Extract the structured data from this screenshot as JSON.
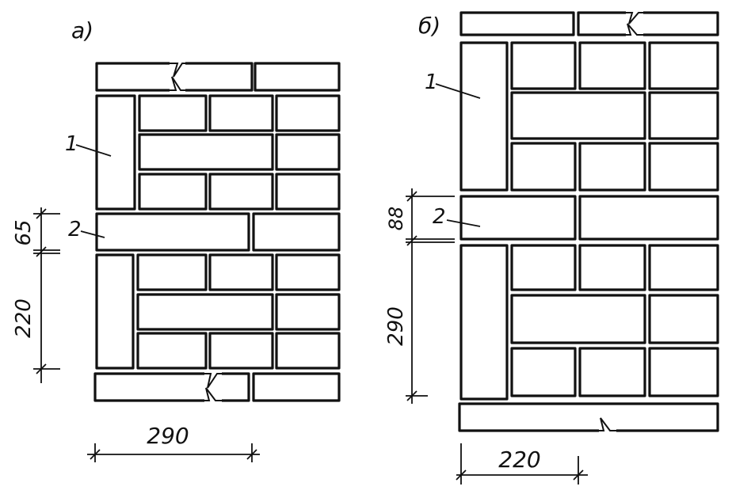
{
  "panel_a": {
    "label": "а)",
    "leader_1": "1",
    "leader_2": "2",
    "dim_65": "65",
    "dim_220": "220",
    "dim_290": "290"
  },
  "panel_b": {
    "label": "б)",
    "leader_1": "1",
    "leader_2": "2",
    "dim_88": "88",
    "dim_290": "290",
    "dim_220": "220"
  }
}
